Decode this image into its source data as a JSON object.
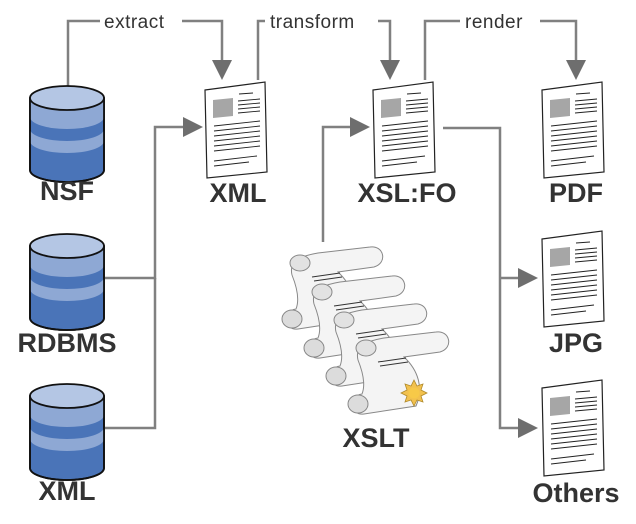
{
  "colors": {
    "connector": "#808080",
    "arrow": "#6e6e6e",
    "db_light": "#8ea8d4",
    "db_dark": "#4a74b8",
    "db_top": "#b4c6e4",
    "label": "#333333",
    "seal": "#f2c14e"
  },
  "sources": [
    {
      "label": "NSF",
      "icon": "database-icon"
    },
    {
      "label": "RDBMS",
      "icon": "database-icon"
    },
    {
      "label": "XML",
      "icon": "database-icon"
    }
  ],
  "documents": {
    "xml": {
      "label": "XML",
      "icon": "document-icon"
    },
    "xslfo": {
      "label": "XSL:FO",
      "icon": "document-icon"
    },
    "pdf": {
      "label": "PDF",
      "icon": "document-icon"
    },
    "jpg": {
      "label": "JPG",
      "icon": "document-icon"
    },
    "others": {
      "label": "Others",
      "icon": "document-icon"
    }
  },
  "xslt": {
    "label": "XSLT",
    "icon": "scroll-stack-icon"
  },
  "edges": {
    "extract": "extract",
    "transform": "transform",
    "render": "render"
  }
}
